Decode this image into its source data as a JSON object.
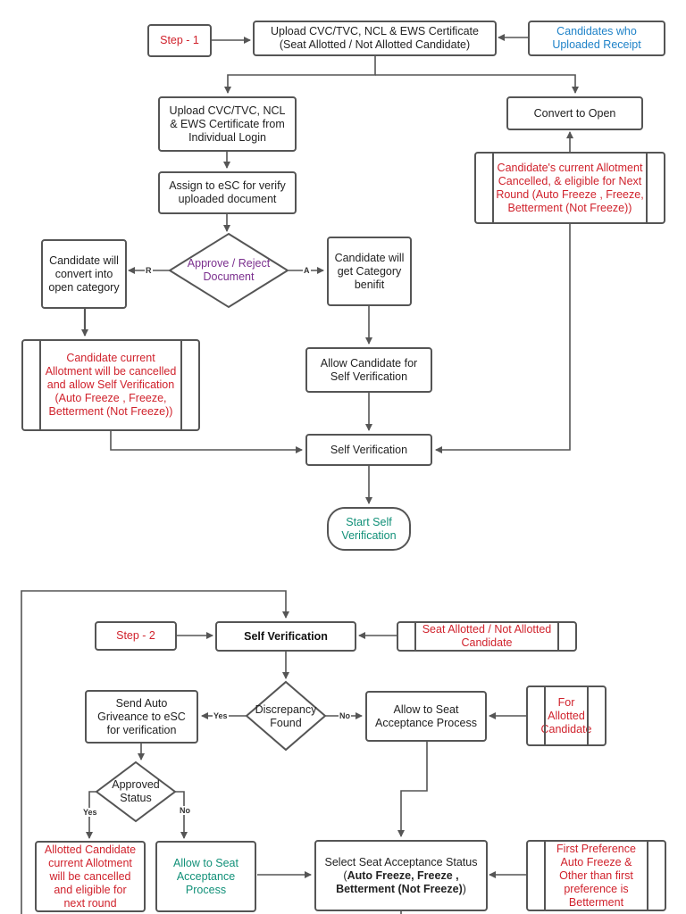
{
  "flow1": {
    "step_label": "Step - 1",
    "upload_main": "Upload CVC/TVC, NCL & EWS Certificate (Seat Allotted / Not Allotted Candidate)",
    "receipt_candidates": "Candidates who Uploaded Receipt",
    "upload_individual": "Upload CVC/TVC, NCL & EWS Certificate from Individual Login",
    "convert_open": "Convert to Open",
    "current_cancelled": "Candidate's current Allotment Cancelled, & eligible for Next Round (Auto Freeze , Freeze, Betterment (Not Freeze))",
    "assign_esc": "Assign to eSC for verify uploaded document",
    "approve_reject": "Approve / Reject Document",
    "edge_r": "R",
    "edge_a": "A",
    "convert_open_category": "Candidate will convert into open category",
    "category_benefit": "Candidate will get Category benifit",
    "allotment_cancelled_self": "Candidate current Allotment will be cancelled and allow Self Verification (Auto Freeze , Freeze, Betterment (Not Freeze))",
    "allow_self_verification": "Allow Candidate for Self Verification",
    "self_verification": "Self Verification",
    "start_self_verification": "Start Self Verification"
  },
  "flow2": {
    "step_label": "Step - 2",
    "self_verification": "Self Verification",
    "seat_allotted": "Seat Allotted / Not Allotted Candidate",
    "send_grievance": "Send Auto Griveance to eSC for verification",
    "discrepancy": "Discrepancy Found",
    "edge_yes": "Yes",
    "edge_no": "No",
    "allow_seat_acceptance": "Allow to Seat Acceptance Process",
    "for_allotted": "For Allotted Candidate",
    "approved_status": "Approved Status",
    "edge_yes2": "Yes",
    "edge_no2": "No",
    "allotted_cancelled": "Allotted Candidate current Allotment will be cancelled and eligible for next round",
    "allow_seat_acceptance2": "Allow to Seat Acceptance Process",
    "select_status_prefix": "Select Seat Acceptance Status (",
    "select_status_bold": "Auto Freeze, Freeze , Betterment (Not Freeze)",
    "select_status_suffix": ")",
    "first_preference": "First Preference Auto Freeze & Other than first preference is Betterment"
  },
  "colors": {
    "line": "#555555",
    "red": "#d0222c",
    "blue": "#1e82c8",
    "purple": "#7b2f8e",
    "green": "#119078"
  }
}
